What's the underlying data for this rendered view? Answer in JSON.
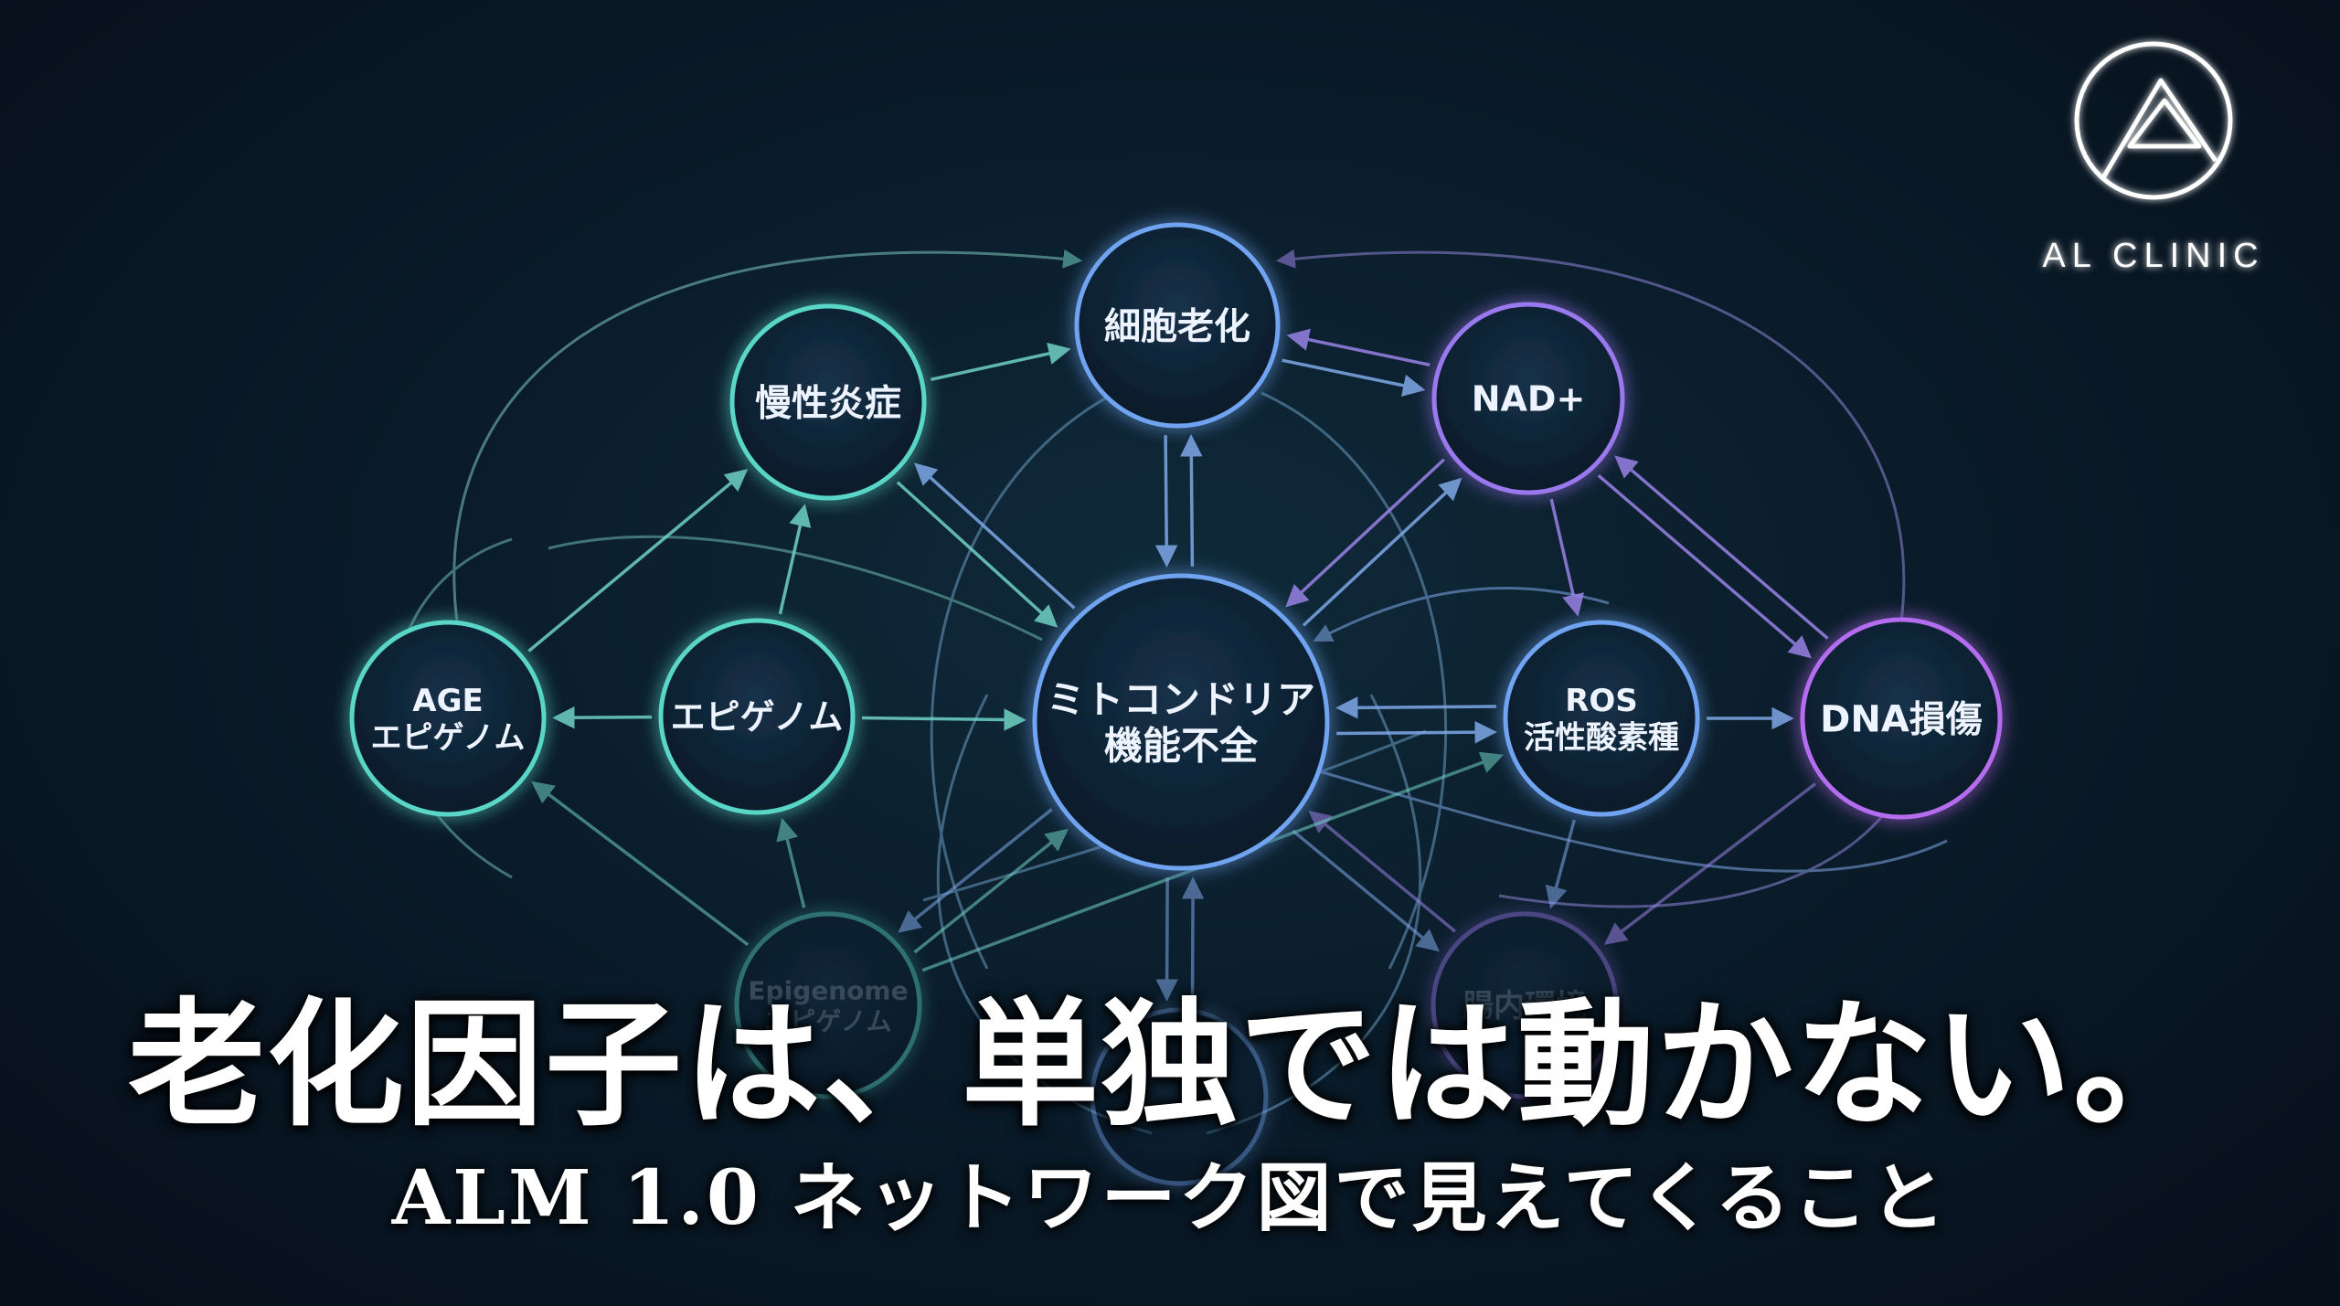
{
  "headline": "老化因子は、単独では動かない。",
  "subheadline": "ALM 1.0 ネットワーク図で見えてくること",
  "logo": {
    "text": "AL CLINIC",
    "icon": "mountain-circle-icon"
  },
  "colors": {
    "teal": "#5ad6c8",
    "blue": "#6fa4f0",
    "purple": "#9a78ee",
    "violet": "#b56df0",
    "background": "#0a1c2a"
  },
  "nodes": [
    {
      "id": "cellular-senescence",
      "lines": [
        "細胞老化"
      ],
      "color": "blue"
    },
    {
      "id": "chronic-inflammation",
      "lines": [
        "慢性炎症"
      ],
      "color": "teal"
    },
    {
      "id": "nad",
      "lines": [
        "NAD+"
      ],
      "color": "purple"
    },
    {
      "id": "age",
      "lines": [
        "AGE",
        "エピゲノム"
      ],
      "color": "teal"
    },
    {
      "id": "epigenome",
      "lines": [
        "エピゲノム"
      ],
      "color": "teal"
    },
    {
      "id": "mitochondria",
      "lines": [
        "ミトコンドリア",
        "機能不全"
      ],
      "color": "blue"
    },
    {
      "id": "ros",
      "lines": [
        "ROS",
        "活性酸素種"
      ],
      "color": "blue"
    },
    {
      "id": "dna-damage",
      "lines": [
        "DNA損傷"
      ],
      "color": "violet"
    },
    {
      "id": "epigenome-lower",
      "lines": [
        "Epigenome",
        "エピゲノム"
      ],
      "color": "teal",
      "dim": true
    },
    {
      "id": "gut",
      "lines": [
        "腸内環境"
      ],
      "color": "purple",
      "dim": true
    },
    {
      "id": "hidden-bottom",
      "lines": [],
      "color": "blue",
      "dim": true
    }
  ],
  "edges": [
    [
      "chronic-inflammation",
      "cellular-senescence"
    ],
    [
      "nad",
      "cellular-senescence"
    ],
    [
      "cellular-senescence",
      "nad"
    ],
    [
      "cellular-senescence",
      "mitochondria"
    ],
    [
      "mitochondria",
      "cellular-senescence"
    ],
    [
      "chronic-inflammation",
      "mitochondria"
    ],
    [
      "mitochondria",
      "chronic-inflammation"
    ],
    [
      "epigenome",
      "chronic-inflammation"
    ],
    [
      "age",
      "chronic-inflammation"
    ],
    [
      "epigenome",
      "age"
    ],
    [
      "epigenome",
      "mitochondria"
    ],
    [
      "ros",
      "mitochondria"
    ],
    [
      "mitochondria",
      "ros"
    ],
    [
      "ros",
      "dna-damage"
    ],
    [
      "nad",
      "ros"
    ],
    [
      "nad",
      "mitochondria"
    ],
    [
      "mitochondria",
      "nad"
    ],
    [
      "nad",
      "dna-damage"
    ],
    [
      "dna-damage",
      "nad"
    ],
    [
      "mitochondria",
      "epigenome-lower"
    ],
    [
      "epigenome-lower",
      "mitochondria"
    ],
    [
      "epigenome-lower",
      "epigenome"
    ],
    [
      "epigenome-lower",
      "age"
    ],
    [
      "mitochondria",
      "gut"
    ],
    [
      "gut",
      "mitochondria"
    ],
    [
      "ros",
      "gut"
    ],
    [
      "mitochondria",
      "hidden-bottom"
    ],
    [
      "hidden-bottom",
      "mitochondria"
    ],
    [
      "epigenome-lower",
      "ros"
    ],
    [
      "dna-damage",
      "gut"
    ]
  ]
}
